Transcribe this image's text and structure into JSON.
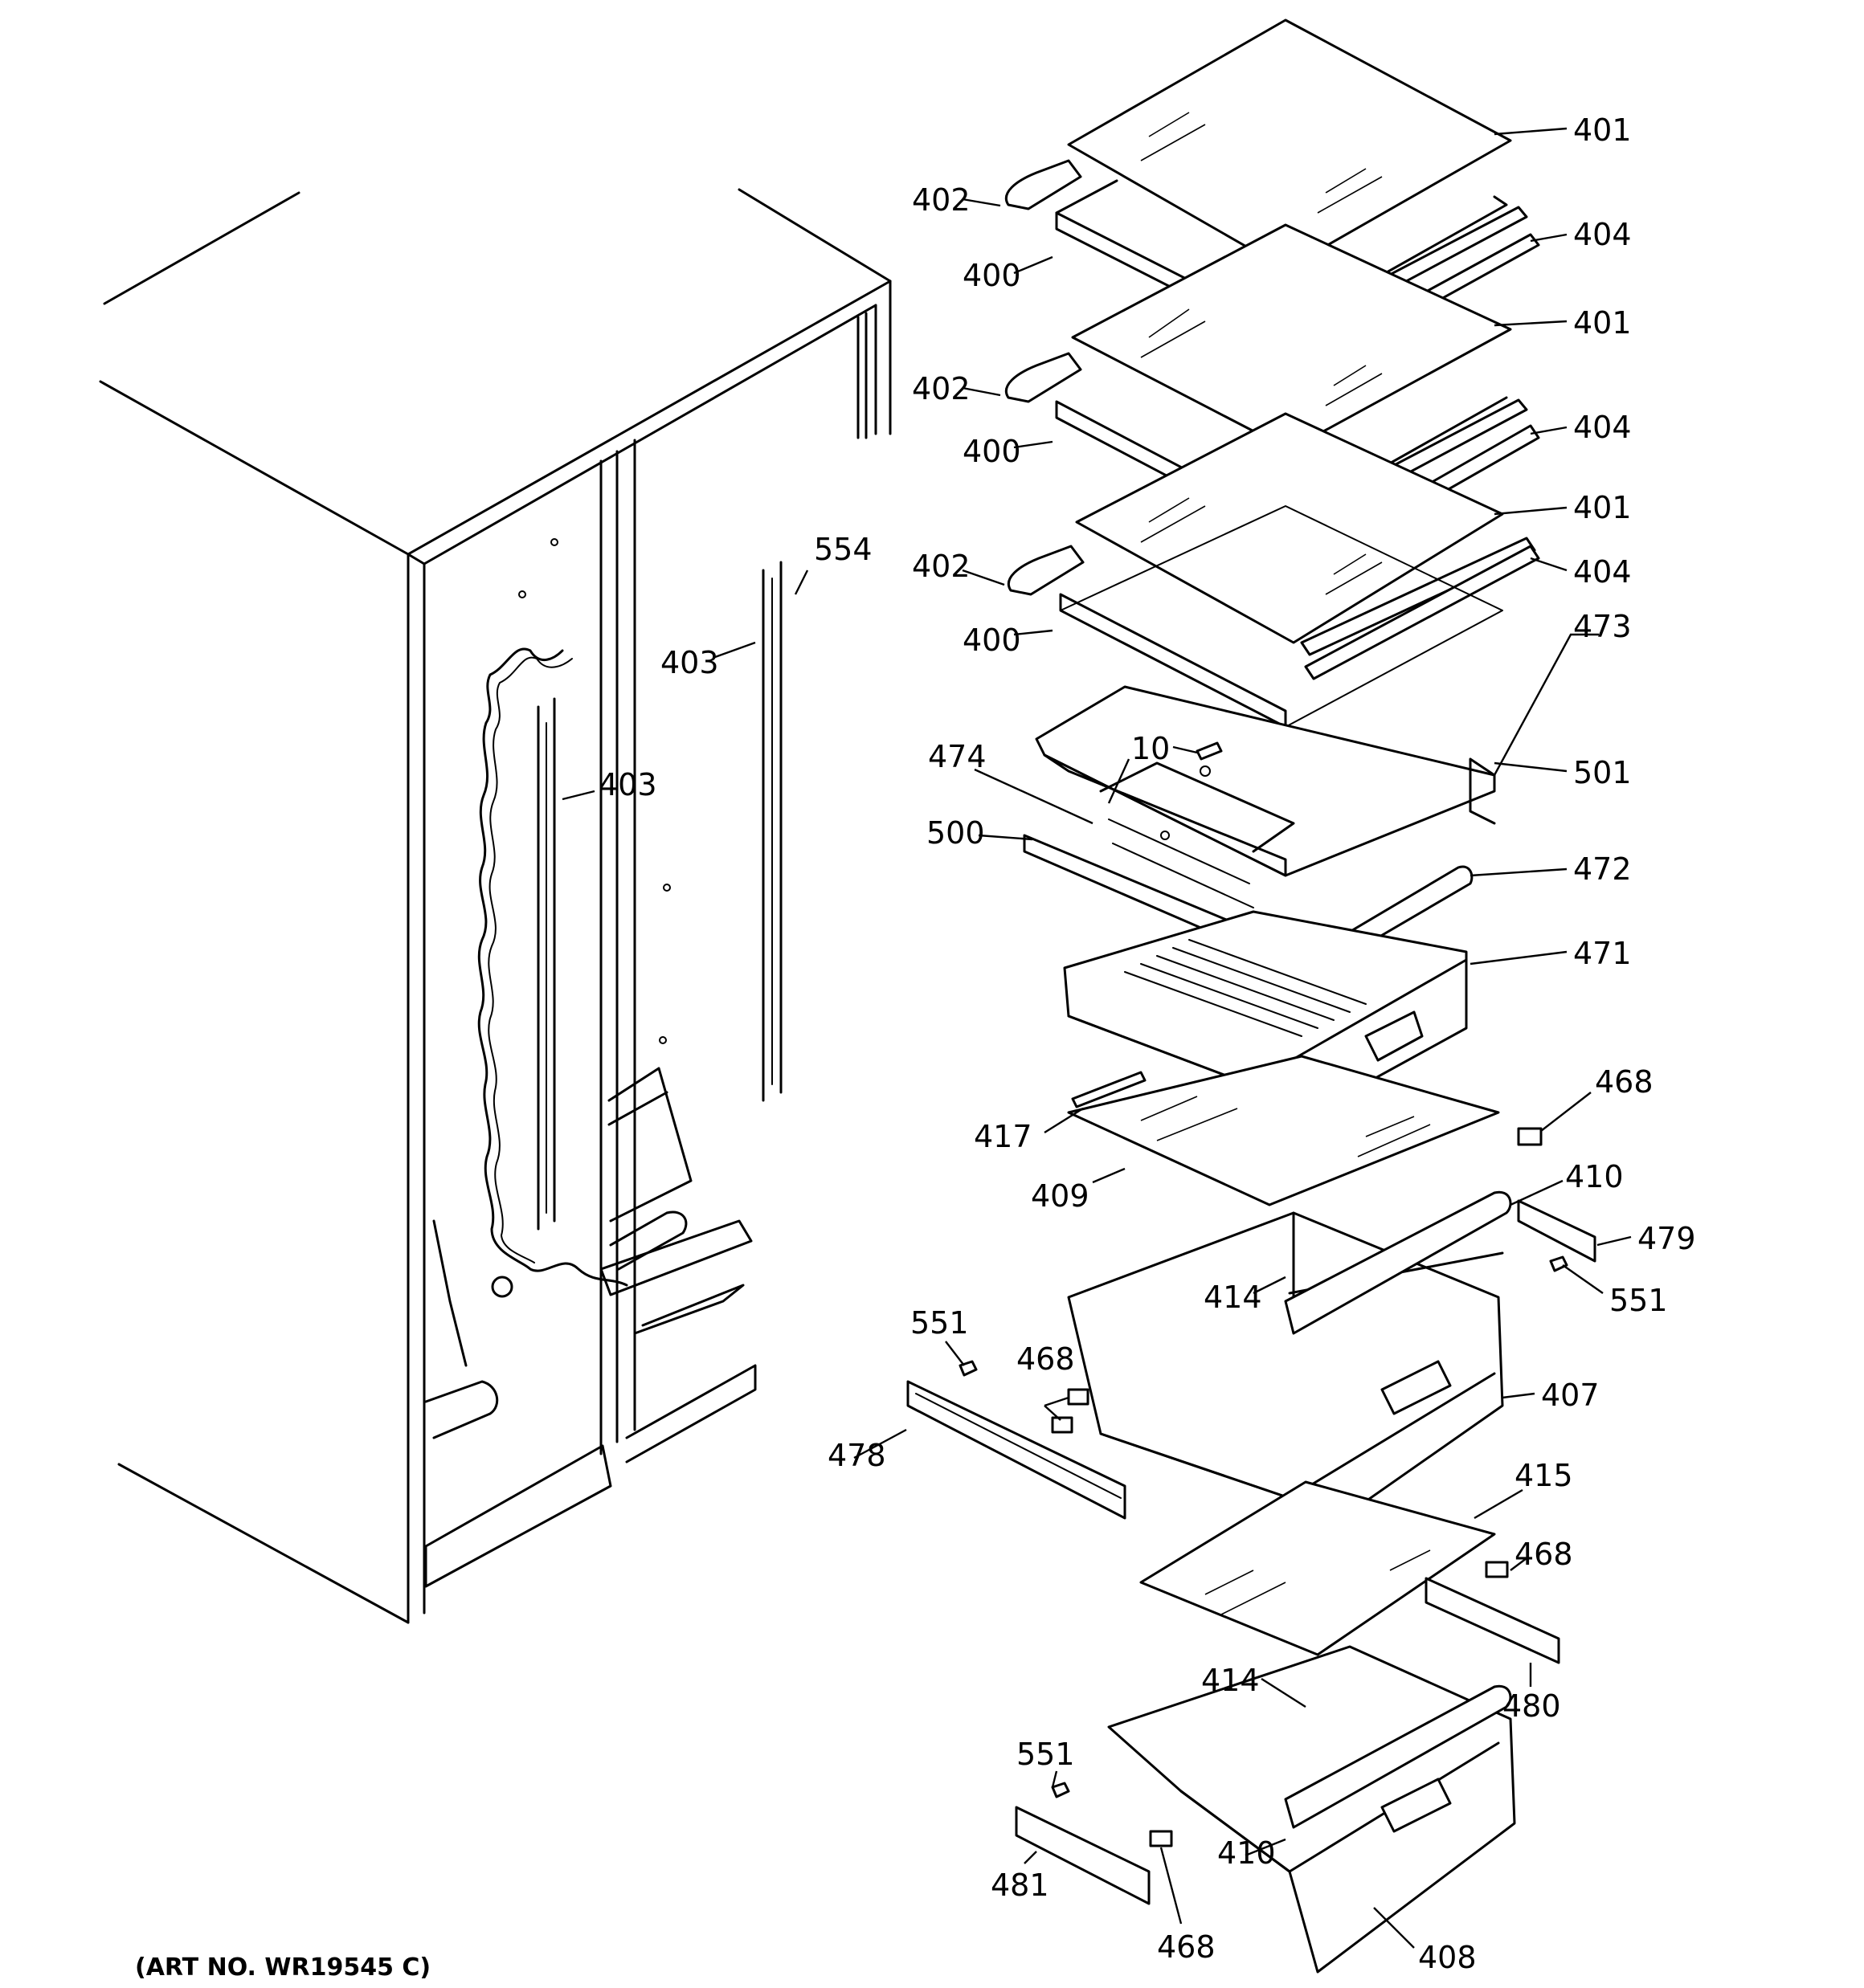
{
  "art_number": "(ART NO. WR19545 C)",
  "callouts": [
    {
      "label": "401",
      "name": "callout-401-top"
    },
    {
      "label": "402",
      "name": "callout-402-top"
    },
    {
      "label": "400",
      "name": "callout-400-top"
    },
    {
      "label": "404",
      "name": "callout-404-top"
    },
    {
      "label": "401",
      "name": "callout-401-mid"
    },
    {
      "label": "402",
      "name": "callout-402-mid"
    },
    {
      "label": "400",
      "name": "callout-400-mid"
    },
    {
      "label": "404",
      "name": "callout-404-mid"
    },
    {
      "label": "401",
      "name": "callout-401-low"
    },
    {
      "label": "402",
      "name": "callout-402-low"
    },
    {
      "label": "404",
      "name": "callout-404-low"
    },
    {
      "label": "400",
      "name": "callout-400-low"
    },
    {
      "label": "473",
      "name": "callout-473"
    },
    {
      "label": "554",
      "name": "callout-554"
    },
    {
      "label": "403",
      "name": "callout-403-right"
    },
    {
      "label": "403",
      "name": "callout-403-left"
    },
    {
      "label": "10",
      "name": "callout-10"
    },
    {
      "label": "474",
      "name": "callout-474"
    },
    {
      "label": "501",
      "name": "callout-501"
    },
    {
      "label": "500",
      "name": "callout-500"
    },
    {
      "label": "472",
      "name": "callout-472"
    },
    {
      "label": "471",
      "name": "callout-471"
    },
    {
      "label": "468",
      "name": "callout-468-upper-right"
    },
    {
      "label": "417",
      "name": "callout-417"
    },
    {
      "label": "410",
      "name": "callout-410-upper"
    },
    {
      "label": "409",
      "name": "callout-409"
    },
    {
      "label": "479",
      "name": "callout-479"
    },
    {
      "label": "414",
      "name": "callout-414-upper"
    },
    {
      "label": "551",
      "name": "callout-551-right"
    },
    {
      "label": "551",
      "name": "callout-551-left"
    },
    {
      "label": "468",
      "name": "callout-468-left"
    },
    {
      "label": "407",
      "name": "callout-407"
    },
    {
      "label": "478",
      "name": "callout-478"
    },
    {
      "label": "415",
      "name": "callout-415"
    },
    {
      "label": "468",
      "name": "callout-468-lower-right"
    },
    {
      "label": "414",
      "name": "callout-414-lower"
    },
    {
      "label": "480",
      "name": "callout-480"
    },
    {
      "label": "551",
      "name": "callout-551-lower"
    },
    {
      "label": "410",
      "name": "callout-410-lower"
    },
    {
      "label": "481",
      "name": "callout-481"
    },
    {
      "label": "468",
      "name": "callout-468-bottom"
    },
    {
      "label": "408",
      "name": "callout-408"
    }
  ]
}
